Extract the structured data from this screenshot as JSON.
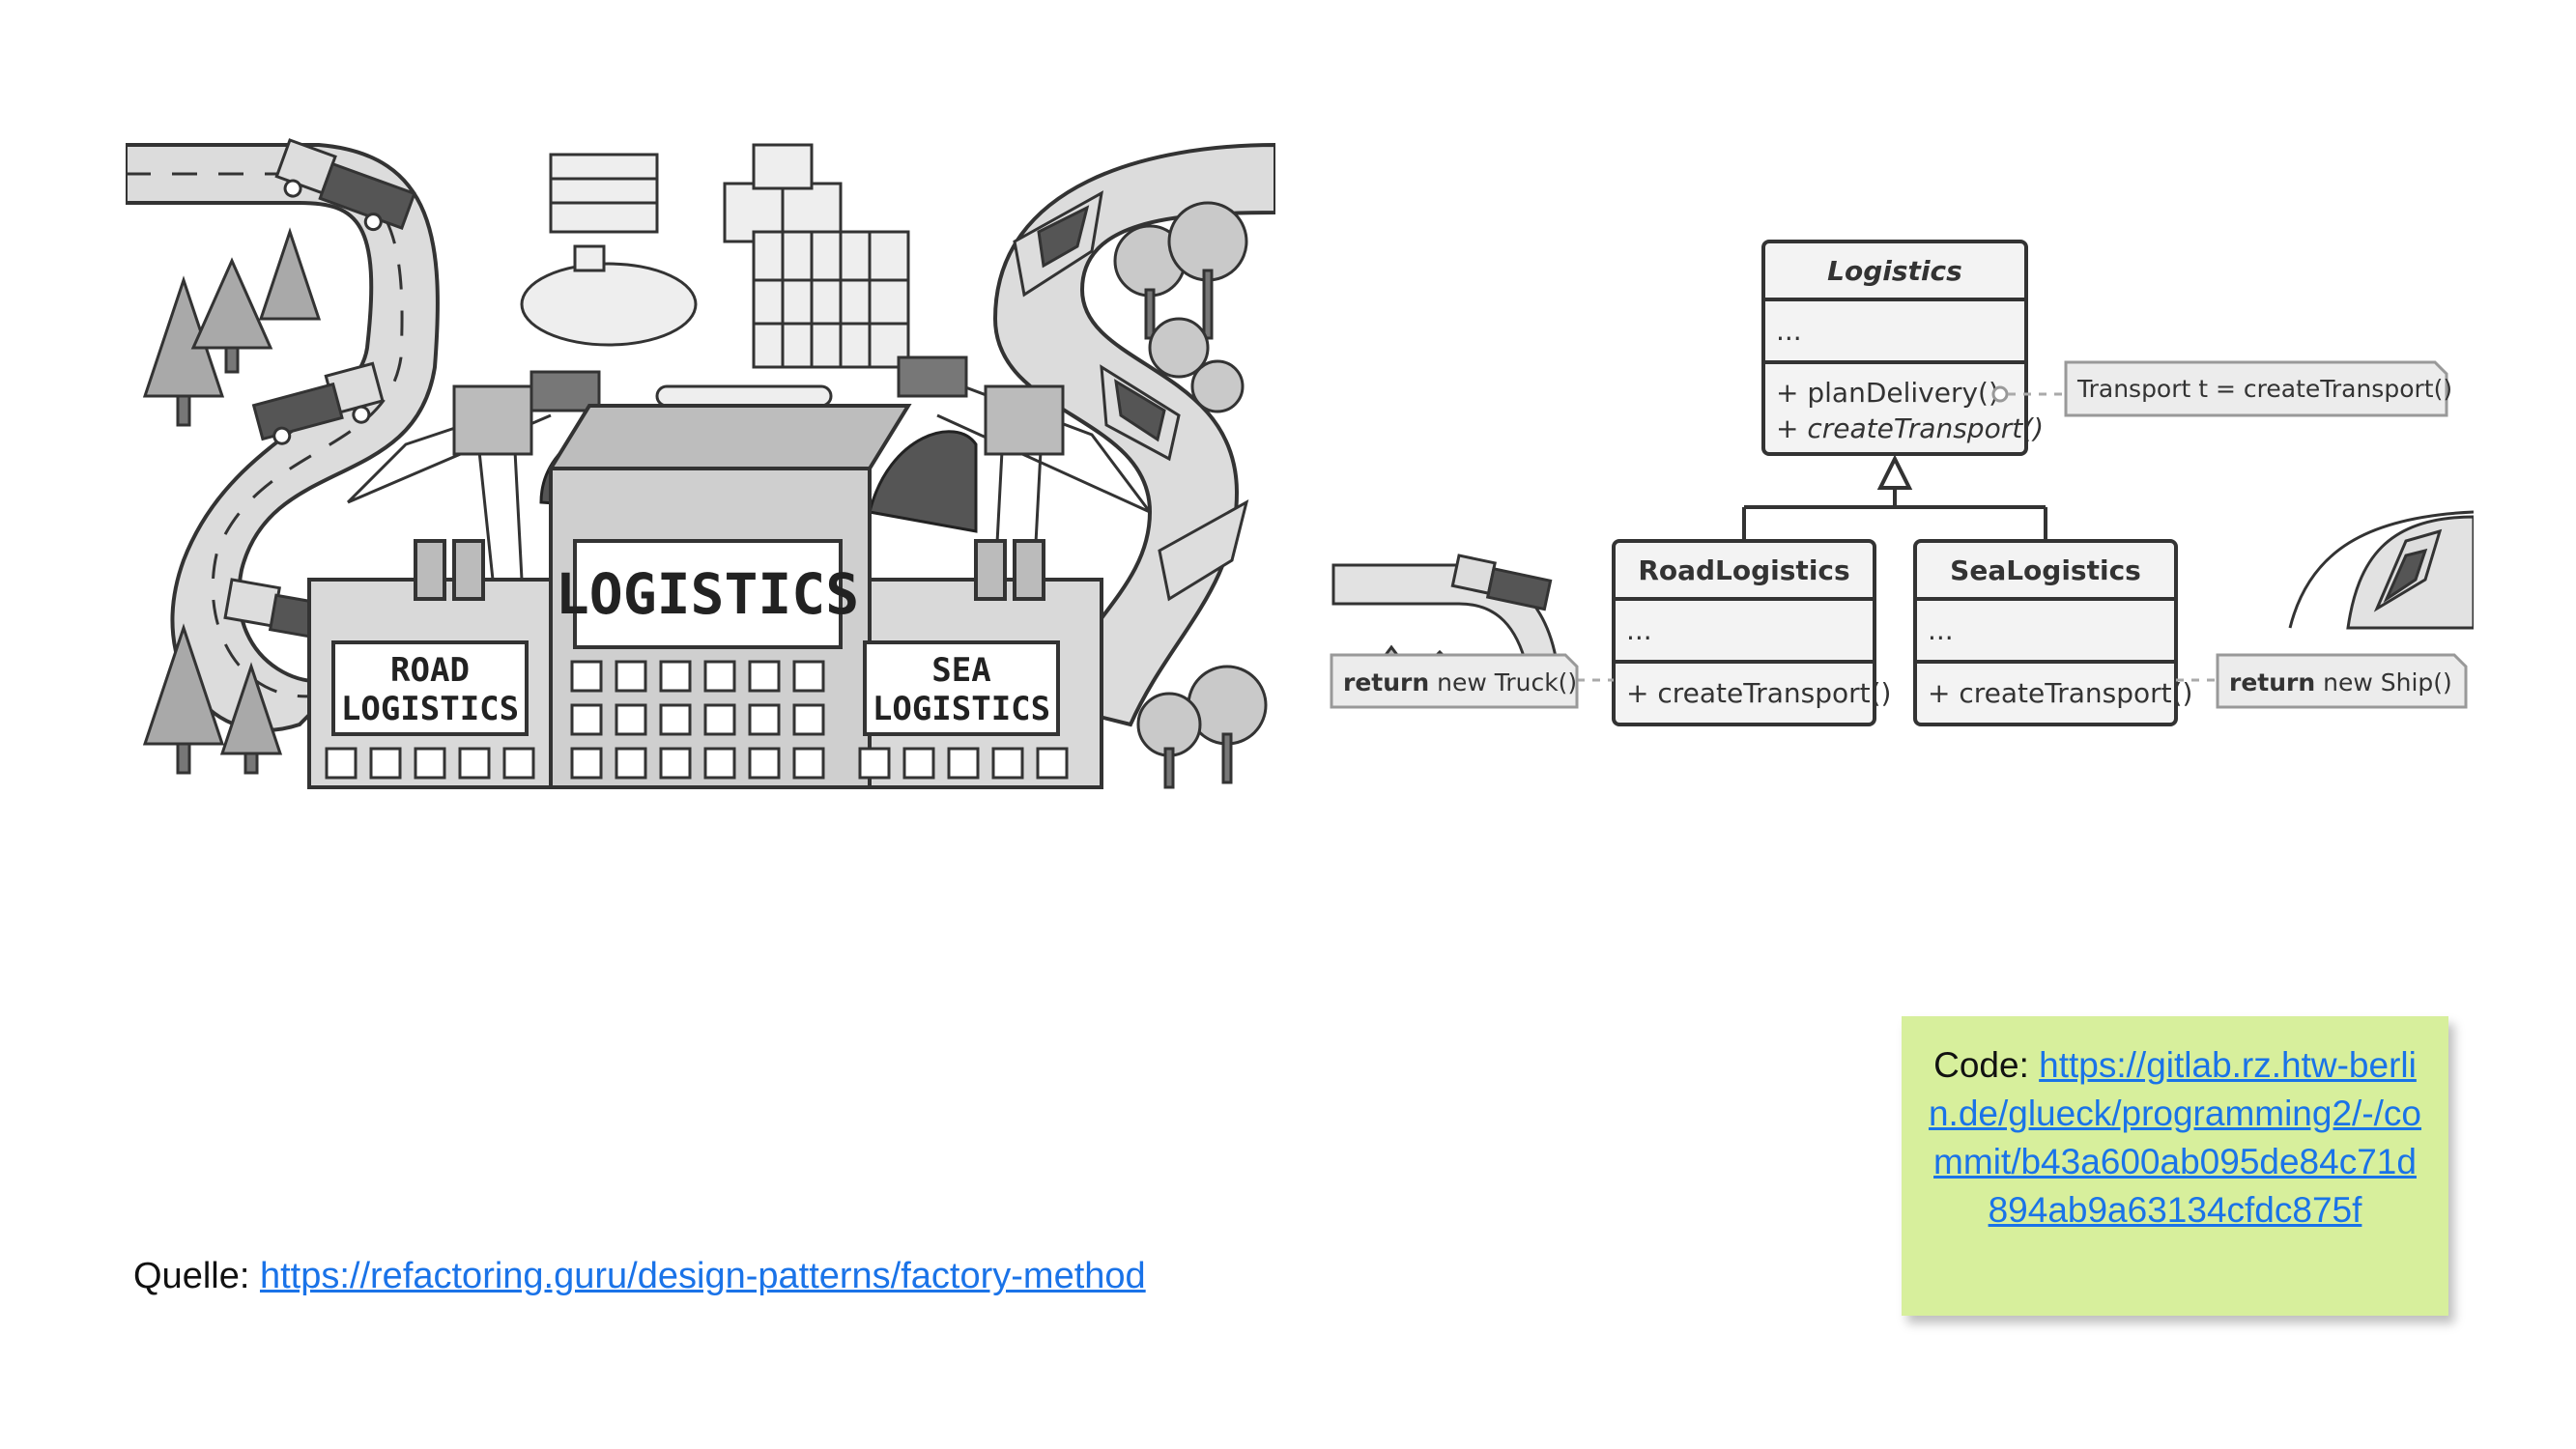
{
  "illustration": {
    "main_sign": "LOGISTICS",
    "left_sign": [
      "ROAD",
      "LOGISTICS"
    ],
    "right_sign": [
      "SEA",
      "LOGISTICS"
    ]
  },
  "uml": {
    "base_class": {
      "name": "Logistics",
      "fields": "...",
      "methods": [
        "+ planDelivery()",
        "+ createTransport()"
      ]
    },
    "base_note": "Transport t = createTransport()",
    "road_class": {
      "name": "RoadLogistics",
      "fields": "...",
      "method": "+ createTransport()"
    },
    "sea_class": {
      "name": "SeaLogistics",
      "fields": "...",
      "method": "+ createTransport()"
    },
    "road_note": {
      "keyword": "return",
      "rest": " new Truck()"
    },
    "sea_note": {
      "keyword": "return",
      "rest": " new Ship()"
    }
  },
  "source": {
    "label": "Quelle: ",
    "link": "https://refactoring.guru/design-patterns/factory-method"
  },
  "code_note": {
    "label": "Code: ",
    "link": "https://gitlab.rz.htw-berlin.de/glueck/programming2/-/commit/b43a600ab095de84c71d894ab9a63134cfdc875f"
  }
}
